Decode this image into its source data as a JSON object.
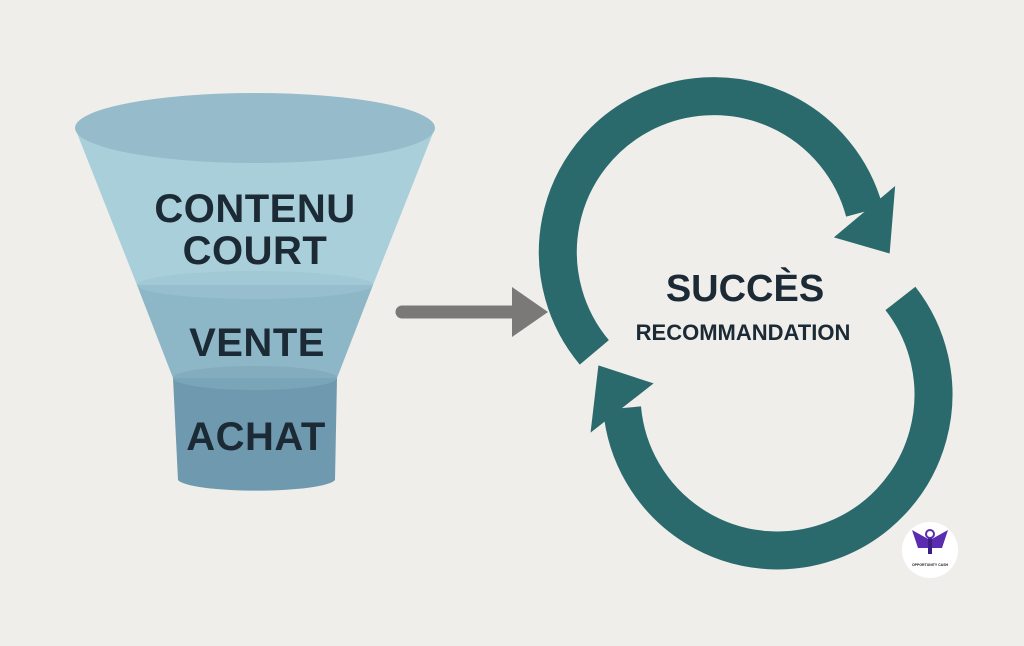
{
  "funnel": {
    "stages": [
      "CONTENU COURT",
      "VENTE",
      "ACHAT"
    ],
    "stage_lines": [
      "CONTENU",
      "COURT"
    ],
    "colors": [
      "#a9cfda",
      "#8db6c7",
      "#6f99ae"
    ]
  },
  "cycle": {
    "title": "SUCCÈS",
    "subtitle": "RECOMMANDATION",
    "color": "#2a6a6c"
  },
  "arrow_color": "#7a7977",
  "logo": {
    "text": "OPPORTUNITY CASH",
    "icon": "winged-figure-icon"
  }
}
